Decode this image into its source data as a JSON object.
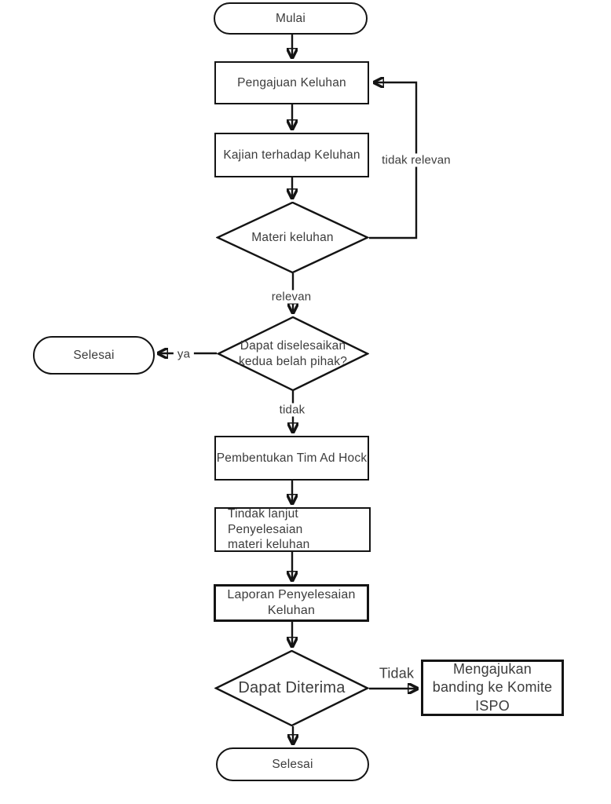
{
  "colors": {
    "line": "#141414",
    "text": "#3c3c3c",
    "bg": "#ffffff"
  },
  "diagram": {
    "nodes": {
      "mulai": {
        "type": "terminator",
        "label": "Mulai"
      },
      "pengajuan": {
        "type": "process",
        "label": "Pengajuan Keluhan"
      },
      "kajian": {
        "type": "process",
        "label": "Kajian terhadap Keluhan"
      },
      "materi": {
        "type": "decision",
        "label": "Materi keluhan"
      },
      "diselesaikan": {
        "type": "decision",
        "label": "Dapat diselesaikan\nkedua belah pihak?"
      },
      "selesai_kiri": {
        "type": "terminator",
        "label": "Selesai"
      },
      "pembentukan": {
        "type": "process",
        "label": "Pembentukan Tim Ad Hock"
      },
      "tindak": {
        "type": "process",
        "label": "Tindak lanjut Penyelesaian\nmateri keluhan"
      },
      "laporan": {
        "type": "process",
        "label": "Laporan Penyelesaian\nKeluhan"
      },
      "diterima": {
        "type": "decision",
        "label": "Dapat Diterima"
      },
      "banding": {
        "type": "process",
        "label": "Mengajukan\nbanding ke Komite\nISPO"
      },
      "selesai_bawah": {
        "type": "terminator",
        "label": "Selesai"
      }
    },
    "edges": {
      "tidak_relevan": {
        "from": "materi",
        "to": "pengajuan",
        "label": "tidak relevan"
      },
      "relevan": {
        "from": "materi",
        "to": "diselesaikan",
        "label": "relevan"
      },
      "ya": {
        "from": "diselesaikan",
        "to": "selesai_kiri",
        "label": "ya"
      },
      "tidak": {
        "from": "diselesaikan",
        "to": "pembentukan",
        "label": "tidak"
      },
      "tidak_banding": {
        "from": "diterima",
        "to": "banding",
        "label": "Tidak"
      }
    }
  }
}
